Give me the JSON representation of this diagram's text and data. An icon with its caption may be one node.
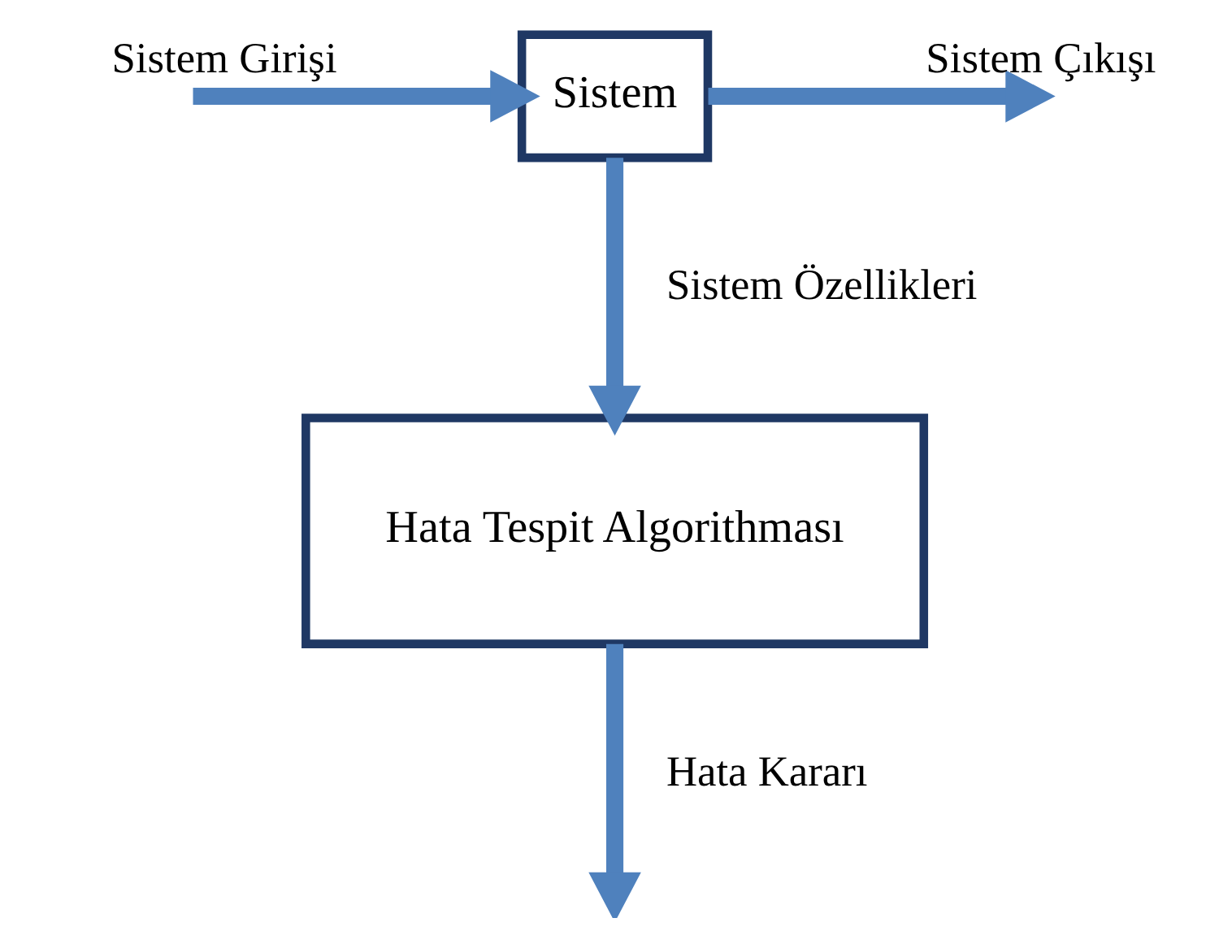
{
  "diagram": {
    "nodes": [
      {
        "text": [
          "Sistem"
        ]
      },
      {
        "text": [
          "Hata Tespit Algorithması"
        ]
      }
    ],
    "edges": [
      {
        "from": null,
        "to": 0,
        "arrow": "to",
        "label": "Sistem Girişi"
      },
      {
        "from": 0,
        "to": null,
        "arrow": "to",
        "label": "Sistem Çıkışı"
      },
      {
        "from": 0,
        "to": 1,
        "arrow": "to",
        "label": "Sistem Özellikleri"
      },
      {
        "from": 1,
        "to": null,
        "arrow": "to",
        "label": "Hata Kararı"
      }
    ]
  }
}
